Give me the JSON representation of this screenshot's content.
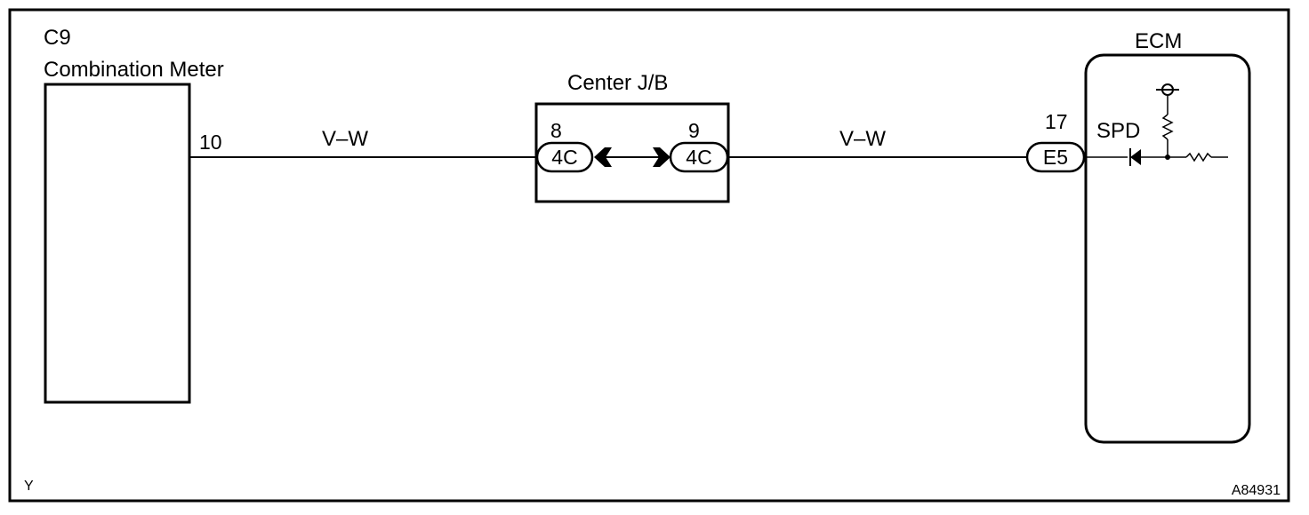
{
  "components": {
    "meter": {
      "code": "C9",
      "name": "Combination Meter",
      "pin": "10"
    },
    "junction_block": {
      "name": "Center J/B",
      "left_pin": "8",
      "left_connector": "4C",
      "right_pin": "9",
      "right_connector": "4C"
    },
    "ecm": {
      "name": "ECM",
      "pin": "17",
      "connector": "E5",
      "signal": "SPD"
    }
  },
  "wires": {
    "left_color": "V–W",
    "right_color": "V–W"
  },
  "corner": {
    "left": "Y",
    "right": "A84931"
  }
}
